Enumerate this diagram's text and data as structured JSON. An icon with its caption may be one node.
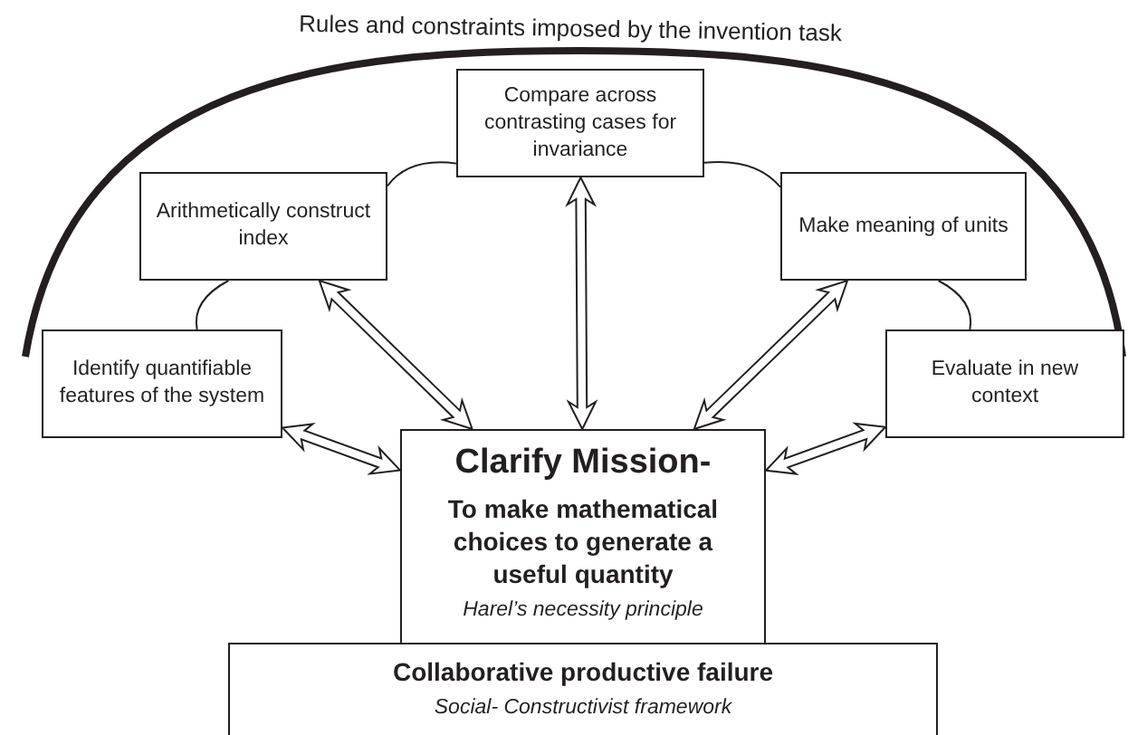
{
  "diagram": {
    "nodes": [
      {
        "text": [
          "Compare across contrasting cases for invariance"
        ]
      },
      {
        "text": [
          "Arithmetically construct index"
        ]
      },
      {
        "text": [
          "Make meaning of units"
        ]
      },
      {
        "text": [
          "Identify quantifiable features of the system"
        ]
      },
      {
        "text": [
          "Evaluate in new context"
        ]
      },
      {
        "text": [
          "Clarify Mission-",
          "To make mathematical choices to generate a useful quantity",
          "Harel’s necessity principle"
        ]
      },
      {
        "text": [
          "Collaborative productive failure",
          "Social- Constructivist framework"
        ]
      }
    ],
    "edges": [
      {
        "from": 5,
        "to": 0,
        "arrow": "both",
        "style": "thick"
      },
      {
        "from": 5,
        "to": 1,
        "arrow": "both",
        "style": "thick"
      },
      {
        "from": 5,
        "to": 2,
        "arrow": "both",
        "style": "thick"
      },
      {
        "from": 5,
        "to": 3,
        "arrow": "both",
        "style": "thick"
      },
      {
        "from": 5,
        "to": 4,
        "arrow": "both",
        "style": "thick"
      },
      {
        "from": 3,
        "to": 1,
        "arrow": "none"
      },
      {
        "from": 1,
        "to": 0,
        "arrow": "none"
      },
      {
        "from": 0,
        "to": 2,
        "arrow": "none"
      },
      {
        "from": 2,
        "to": 4,
        "arrow": "none"
      }
    ],
    "labels": [
      "Rules and constraints imposed by the invention task"
    ]
  }
}
